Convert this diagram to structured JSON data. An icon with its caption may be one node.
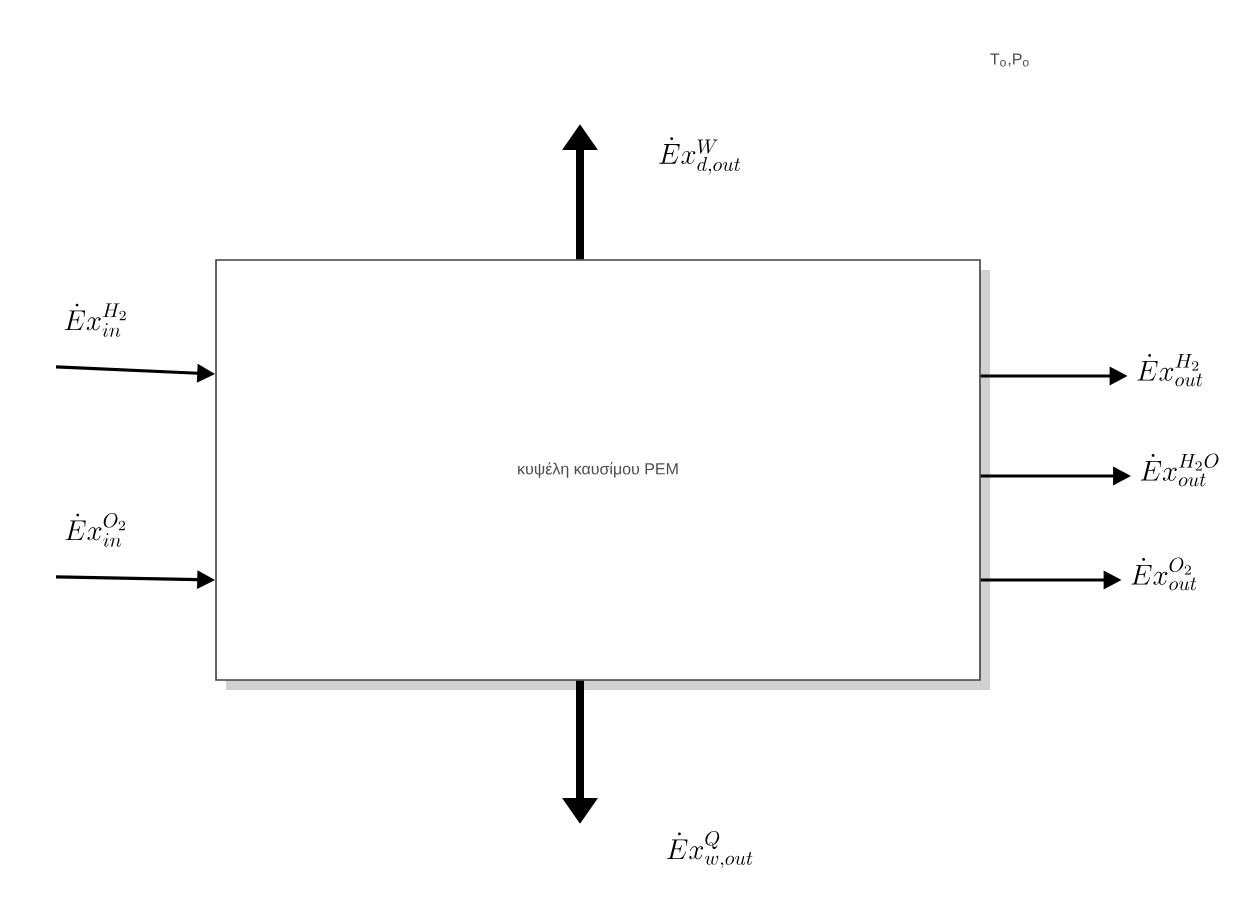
{
  "diagram": {
    "nodes": [
      {
        "text": [
          "κυψέλη καυσίμου PEM"
        ]
      },
      {
        "text": [
          "\\dot{E}x_{in}^{H_2}"
        ]
      },
      {
        "text": [
          "\\dot{E}x_{in}^{O_2}"
        ]
      },
      {
        "text": [
          "\\dot{E}x_{d,out}^{W}"
        ]
      },
      {
        "text": [
          "\\dot{E}x_{out}^{H_2}"
        ]
      },
      {
        "text": [
          "\\dot{E}x_{out}^{H_2O}"
        ]
      },
      {
        "text": [
          "\\dot{E}x_{out}^{O_2}"
        ]
      },
      {
        "text": [
          "\\dot{E}x_{w,out}^{Q}"
        ]
      }
    ],
    "edges": [
      {
        "from": 1,
        "to": 0,
        "arrow": "to"
      },
      {
        "from": 2,
        "to": 0,
        "arrow": "to"
      },
      {
        "from": 0,
        "to": 3,
        "arrow": "to",
        "style": "thick"
      },
      {
        "from": 0,
        "to": 4,
        "arrow": "to"
      },
      {
        "from": 0,
        "to": 5,
        "arrow": "to"
      },
      {
        "from": 0,
        "to": 6,
        "arrow": "to"
      },
      {
        "from": 0,
        "to": 7,
        "arrow": "to",
        "style": "thick"
      }
    ],
    "labels": [
      "T$_{o}$,P$_{o}$"
    ]
  }
}
